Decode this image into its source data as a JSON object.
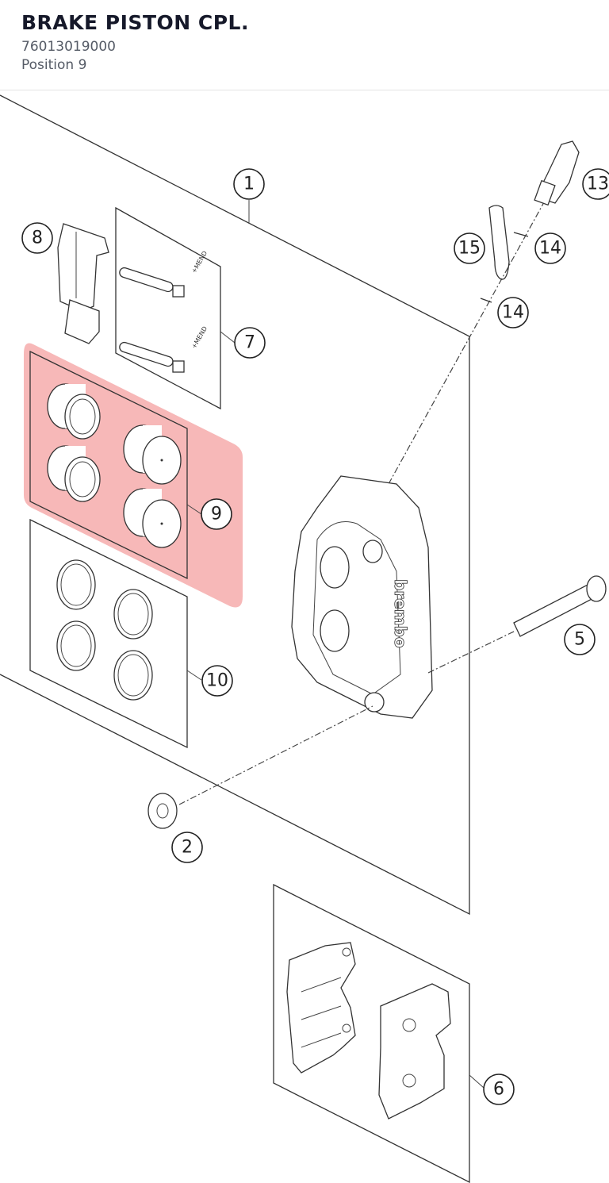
{
  "header": {
    "title": "BRAKE PISTON CPL.",
    "part_number": "76013019000",
    "position": "Position 9"
  },
  "diagram": {
    "highlight_color": "#f4a0a0",
    "highlighted_callout": "9",
    "callouts": [
      "1",
      "2",
      "5",
      "6",
      "7",
      "8",
      "9",
      "10",
      "13",
      "14",
      "14",
      "15"
    ],
    "caliper_brand": "brembo",
    "pin_marking": "+MEND"
  }
}
